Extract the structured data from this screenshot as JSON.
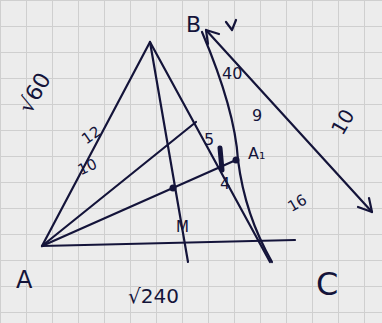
{
  "diagram": {
    "labels": [
      "√60",
      "12",
      "10",
      "A",
      "B",
      "C",
      "M",
      "A₁",
      "9",
      "5",
      "4",
      "10",
      "√240",
      "40",
      "16"
    ]
  }
}
